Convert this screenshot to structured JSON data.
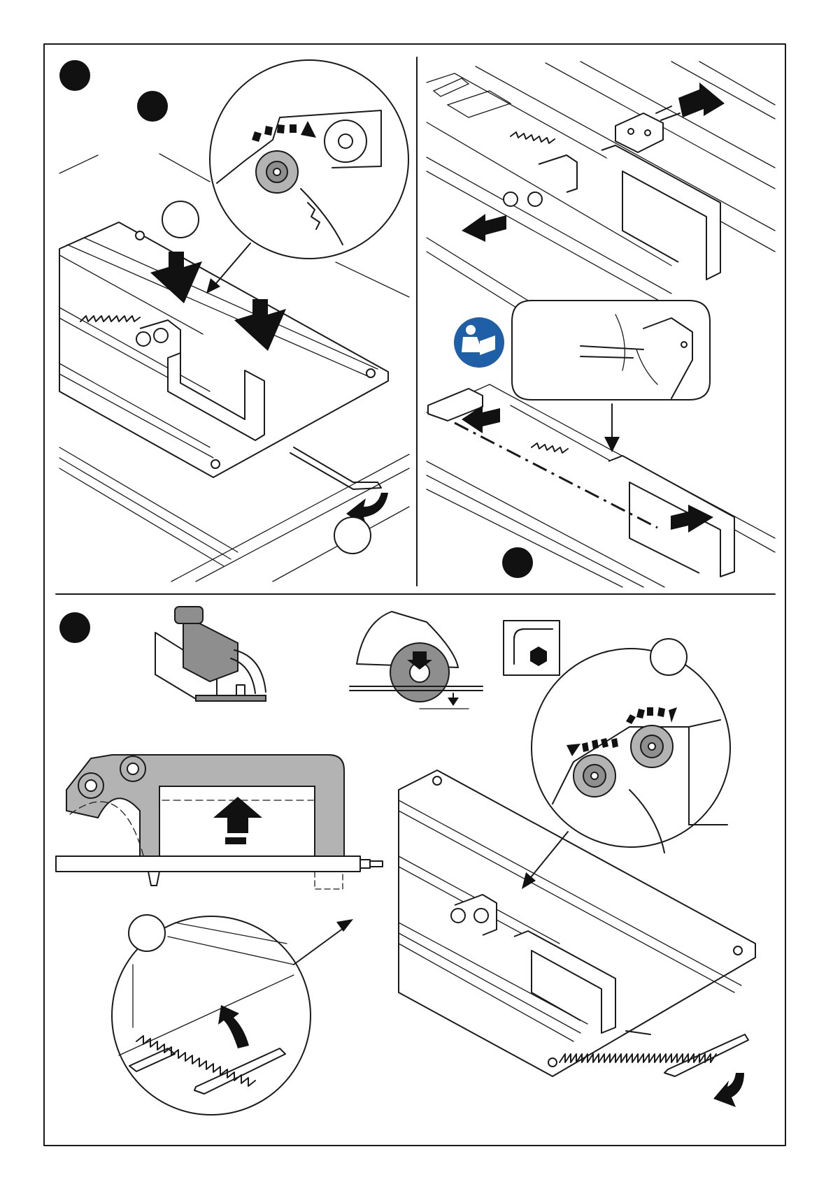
{
  "page": {
    "frame_color": "#1a1a1a",
    "background": "#ffffff"
  },
  "panels": [
    {
      "id": "panel-top-left",
      "step_marker": "filled-circle",
      "callout_labels": [
        "",
        ""
      ]
    },
    {
      "id": "panel-top-right",
      "step_marker": "filled-circle",
      "info_icon": "read-manual-icon"
    },
    {
      "id": "panel-bottom",
      "step_marker": "filled-circle",
      "tool_icon": "hex-key-icon",
      "callout_labels": [
        "",
        ""
      ]
    }
  ],
  "colors": {
    "manual_icon_blue": "#1f5fa8",
    "part_grey": "#b3b3b3",
    "knob_grey": "#8e8e8e"
  },
  "icons": [
    "step-marker-icon",
    "rotate-arrow-icon",
    "push-arrow-icon",
    "read-manual-icon",
    "hex-key-icon",
    "circular-saw-icon",
    "saw-blade-depth-icon",
    "up-arrow-icon"
  ]
}
